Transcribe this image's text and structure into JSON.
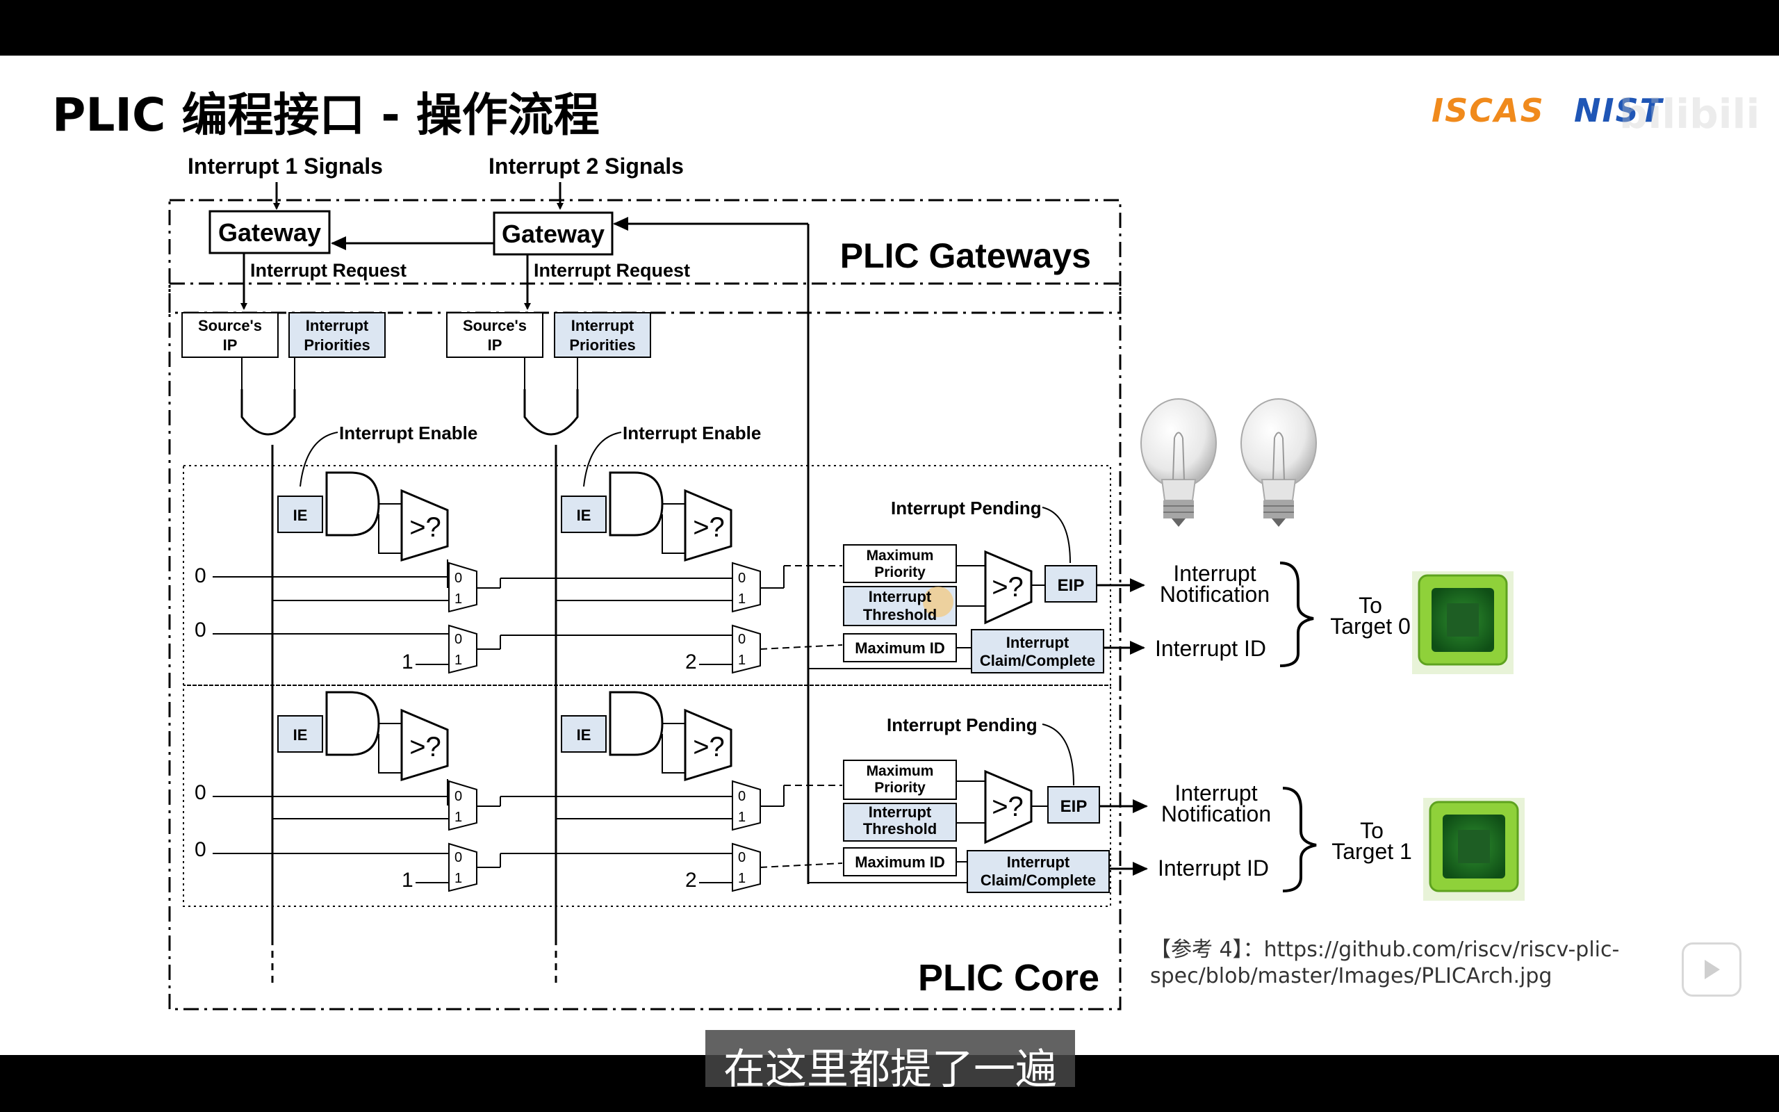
{
  "slide_title": "PLIC 编程接口 - 操作流程",
  "logos": {
    "iscas": "ISCAS",
    "nist": "NIST",
    "watermark": "bilibili"
  },
  "diagram": {
    "signals": [
      "Interrupt 1 Signals",
      "Interrupt 2 Signals"
    ],
    "gateway_label": "Gateway",
    "interrupt_request": "Interrupt Request",
    "plic_gateways": "PLIC Gateways",
    "plic_core": "PLIC Core",
    "sources_ip": [
      "Source's",
      "IP"
    ],
    "interrupt_priorities": [
      "Interrupt",
      "Priorities"
    ],
    "interrupt_enable": "Interrupt Enable",
    "ie": "IE",
    "compare": ">?",
    "mux_0": "0",
    "mux_1": "1",
    "input_zero": "0",
    "id_one": "1",
    "id_two": "2",
    "interrupt_pending": "Interrupt Pending",
    "maximum_priority": [
      "Maximum",
      "Priority"
    ],
    "interrupt_threshold": [
      "Interrupt",
      "Threshold"
    ],
    "maximum_id": "Maximum ID",
    "claim_complete": [
      "Interrupt",
      "Claim/Complete"
    ],
    "eip": "EIP",
    "interrupt_notification": [
      "Interrupt",
      "Notification"
    ],
    "interrupt_id": "Interrupt ID",
    "targets": [
      [
        "To",
        "Target 0"
      ],
      [
        "To",
        "Target 1"
      ]
    ],
    "colors": {
      "blue_box": "#dce6f2",
      "chip_green": "#7ed321",
      "chip_dark": "#2e7d32"
    }
  },
  "reference": {
    "prefix": "【参考 4】：",
    "url_line1": "https://github.com/riscv/riscv-plic-",
    "url_line2": "spec/blob/master/Images/PLICArch.jpg"
  },
  "subtitle": "在这里都提了一遍",
  "icons": [
    "play-icon",
    "lightbulb-icon",
    "chip-icon"
  ]
}
